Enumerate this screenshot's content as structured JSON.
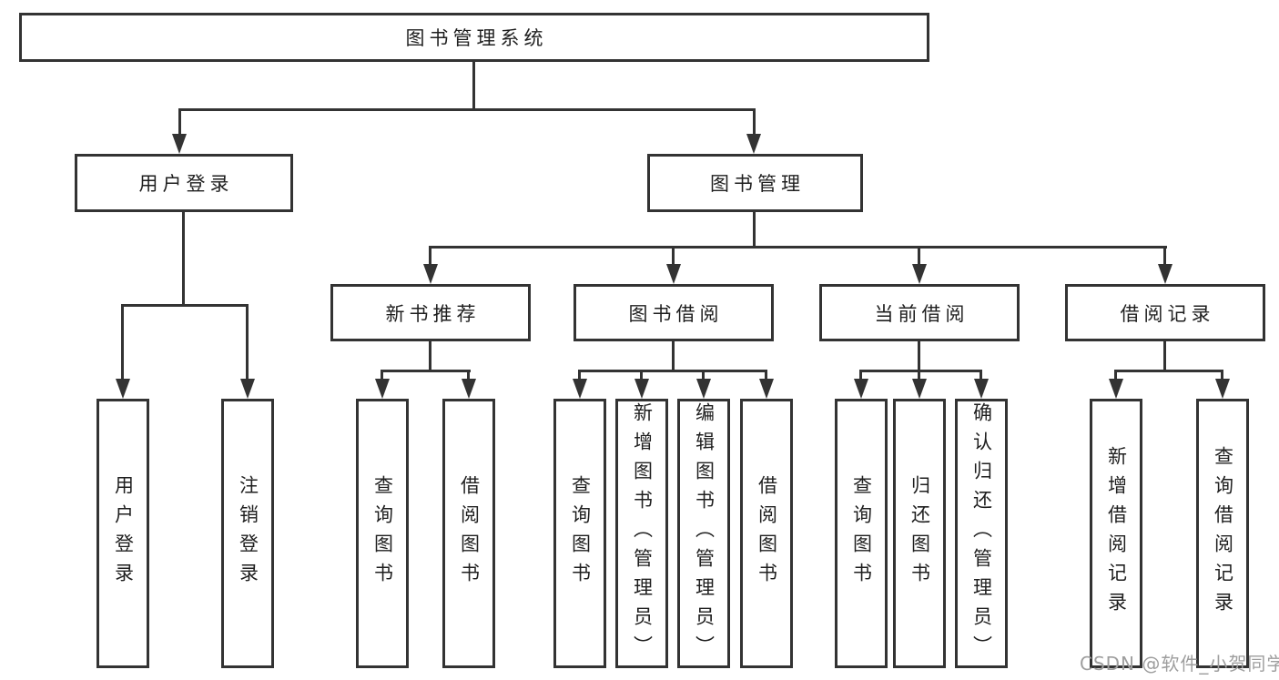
{
  "diagram": {
    "title": "图书管理系统",
    "branches": [
      {
        "label": "用户登录",
        "children": [
          "用户登录",
          "注销登录"
        ]
      },
      {
        "label": "图书管理",
        "sections": [
          {
            "label": "新书推荐",
            "children": [
              "查询图书",
              "借阅图书"
            ]
          },
          {
            "label": "图书借阅",
            "children": [
              "查询图书",
              "新增图书（管理员）",
              "编辑图书（管理员）",
              "借阅图书"
            ]
          },
          {
            "label": "当前借阅",
            "children": [
              "查询图书",
              "归还图书",
              "确认归还（管理员）"
            ]
          },
          {
            "label": "借阅记录",
            "children": [
              "新增借阅记录",
              "查询借阅记录"
            ]
          }
        ]
      }
    ]
  },
  "watermark": {
    "text": "CSDN @软件_小贺同学"
  },
  "colors": {
    "line": "#333333",
    "text": "#1f1f1f",
    "watermark": "#9e9e9e",
    "bg": "#ffffff"
  }
}
